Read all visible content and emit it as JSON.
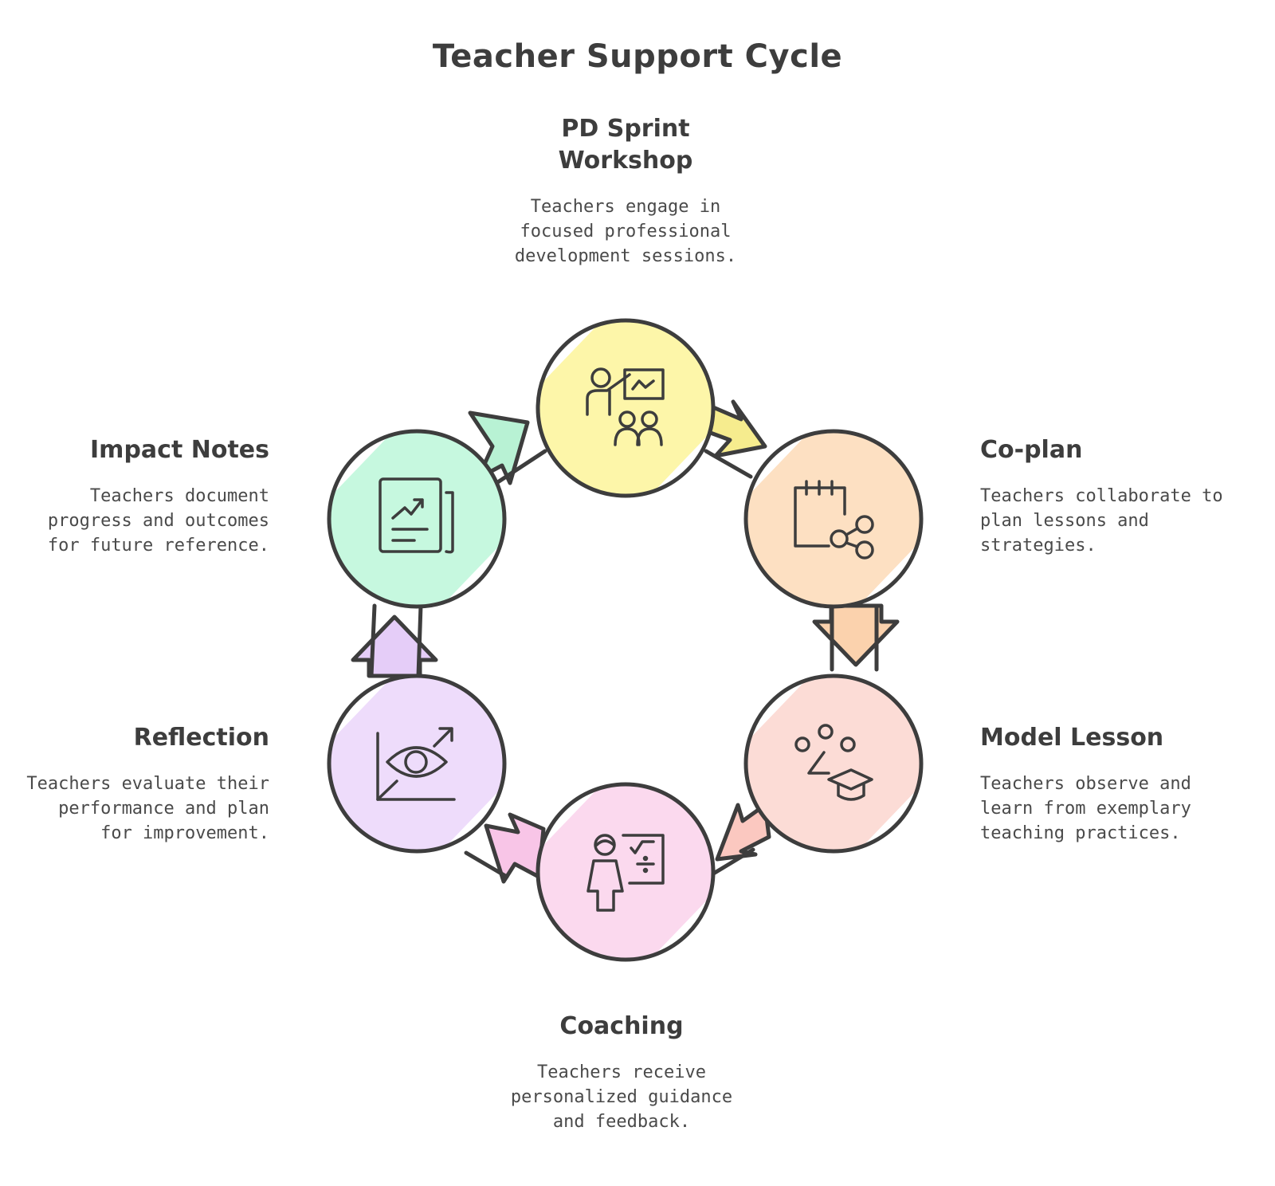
{
  "title": "Teacher Support Cycle",
  "steps": [
    {
      "id": "pd",
      "heading": "PD Sprint\nWorkshop",
      "description": "Teachers engage in\nfocused professional\ndevelopment sessions.",
      "icon": "presenter-board-icon",
      "fill": "#fdf6a9"
    },
    {
      "id": "coplan",
      "heading": "Co-plan",
      "description": "Teachers collaborate to\nplan lessons and\nstrategies.",
      "icon": "calendar-share-icon",
      "fill": "#fde0c2"
    },
    {
      "id": "model",
      "heading": "Model Lesson",
      "description": "Teachers observe and\nlearn from exemplary\nteaching practices.",
      "icon": "graduation-network-icon",
      "fill": "#fcdcd6"
    },
    {
      "id": "coaching",
      "heading": "Coaching",
      "description": "Teachers receive\npersonalized guidance\nand feedback.",
      "icon": "teacher-math-board-icon",
      "fill": "#fbd9ee"
    },
    {
      "id": "reflection",
      "heading": "Reflection",
      "description": "Teachers evaluate their\nperformance and plan\nfor improvement.",
      "icon": "eye-chart-icon",
      "fill": "#eedcfb"
    },
    {
      "id": "impact",
      "heading": "Impact Notes",
      "description": "Teachers document\nprogress and outcomes\nfor future reference.",
      "icon": "report-document-icon",
      "fill": "#c6f8df"
    }
  ],
  "colors": {
    "stroke": "#3d3d3d",
    "text": "#3d3d3d"
  }
}
